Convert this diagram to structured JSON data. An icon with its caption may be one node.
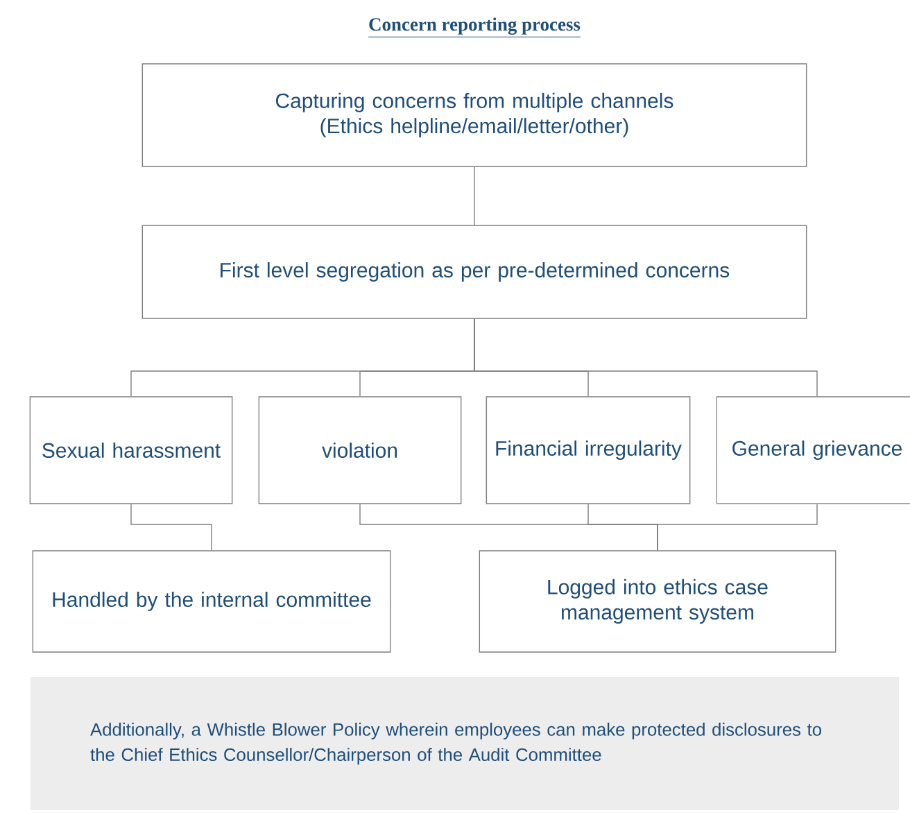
{
  "diagram": {
    "title": "Concern reporting process",
    "nodes": [
      {
        "text": [
          "Capturing concerns from multiple channels (Ethics helpline/email/letter/other)"
        ]
      },
      {
        "text": [
          "First level segregation as per pre-determined concerns"
        ]
      },
      {
        "text": [
          "Sexual harassment"
        ]
      },
      {
        "text": [
          "violation"
        ]
      },
      {
        "text": [
          "Financial irregularity"
        ]
      },
      {
        "text": [
          "General grievance"
        ]
      },
      {
        "text": [
          "Handled by the internal committee"
        ]
      },
      {
        "text": [
          "Logged into ethics case management system"
        ]
      },
      {
        "text": [
          "Additionally, a Whistle Blower Policy wherein employees can make protected disclosures to the Chief Ethics Counsellor/Chairperson of the Audit Committee"
        ]
      }
    ],
    "edges": [
      {
        "from": 0,
        "to": 1,
        "arrow": "none"
      },
      {
        "from": 1,
        "to": 2,
        "arrow": "none"
      },
      {
        "from": 1,
        "to": 3,
        "arrow": "none"
      },
      {
        "from": 1,
        "to": 4,
        "arrow": "none"
      },
      {
        "from": 1,
        "to": 5,
        "arrow": "none"
      },
      {
        "from": 2,
        "to": 6,
        "arrow": "none"
      },
      {
        "from": 3,
        "to": 7,
        "arrow": "none"
      },
      {
        "from": 4,
        "to": 7,
        "arrow": "none"
      },
      {
        "from": 5,
        "to": 7,
        "arrow": "none"
      }
    ]
  }
}
